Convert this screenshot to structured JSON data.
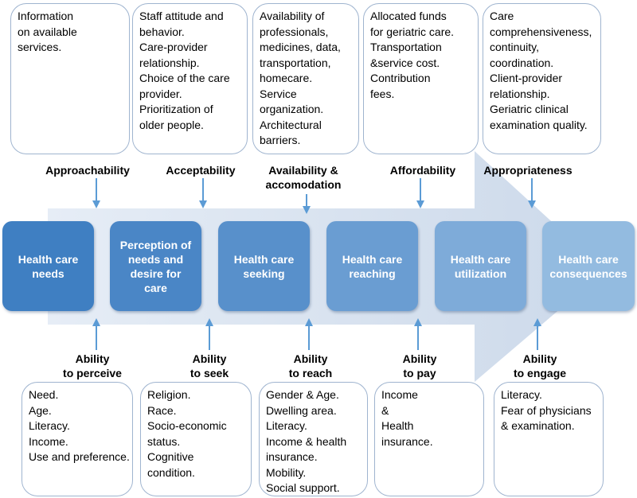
{
  "colors": {
    "arrow_fill": "#dde6f2",
    "box_border": "#9fb4cf",
    "connector": "#5b9bd5",
    "stage_fills": [
      "#3f7fc2",
      "#4a86c6",
      "#5890cb",
      "#6a9dd2",
      "#7eabd9",
      "#93bbe0"
    ]
  },
  "top_boxes": [
    {
      "lines": [
        "Information",
        "on available",
        "services."
      ]
    },
    {
      "lines": [
        "Staff attitude and",
        "behavior.",
        "Care-provider",
        "relationship.",
        "Choice of the care",
        "provider.",
        "Prioritization of",
        "older people."
      ]
    },
    {
      "lines": [
        "Availability of",
        "professionals,",
        "medicines, data,",
        "transportation,",
        "homecare.",
        "Service",
        "organization.",
        "Architectural",
        "barriers."
      ]
    },
    {
      "lines": [
        "Allocated funds",
        "for geriatric care.",
        "Transportation",
        "&service cost.",
        "Contribution",
        "fees."
      ]
    },
    {
      "lines": [
        "Care",
        "comprehensiveness,",
        "continuity,",
        "coordination.",
        "Client-provider",
        "relationship.",
        "Geriatric clinical",
        "examination quality."
      ]
    }
  ],
  "top_labels": [
    {
      "lines": [
        "Approachability"
      ]
    },
    {
      "lines": [
        "Acceptability"
      ]
    },
    {
      "lines": [
        "Availability &",
        "accomodation"
      ]
    },
    {
      "lines": [
        "Affordability"
      ]
    },
    {
      "lines": [
        "Appropriateness"
      ]
    }
  ],
  "stages": [
    {
      "lines": [
        "Health care",
        "needs"
      ]
    },
    {
      "lines": [
        "Perception of",
        "needs and",
        "desire for",
        "care"
      ]
    },
    {
      "lines": [
        "Health care",
        "seeking"
      ]
    },
    {
      "lines": [
        "Health care",
        "reaching"
      ]
    },
    {
      "lines": [
        "Health care",
        "utilization"
      ]
    },
    {
      "lines": [
        "Health care",
        "consequences"
      ]
    }
  ],
  "bottom_labels": [
    {
      "lines": [
        "Ability",
        "to perceive"
      ]
    },
    {
      "lines": [
        "Ability",
        "to seek"
      ]
    },
    {
      "lines": [
        "Ability",
        "to reach"
      ]
    },
    {
      "lines": [
        "Ability",
        "to pay"
      ]
    },
    {
      "lines": [
        "Ability",
        "to engage"
      ]
    }
  ],
  "bottom_boxes": [
    {
      "lines": [
        "Need.",
        "Age.",
        "Literacy.",
        "Income.",
        "Use and preference."
      ]
    },
    {
      "lines": [
        "Religion.",
        "Race.",
        "Socio-economic",
        "status.",
        "Cognitive",
        "condition."
      ]
    },
    {
      "lines": [
        "Gender & Age.",
        "Dwelling area.",
        "Literacy.",
        "Income & health",
        "insurance.",
        "Mobility.",
        "Social support."
      ]
    },
    {
      "lines": [
        "Income",
        "&",
        "Health",
        "insurance."
      ]
    },
    {
      "lines": [
        "Literacy.",
        "Fear of physicians",
        "& examination."
      ]
    }
  ]
}
